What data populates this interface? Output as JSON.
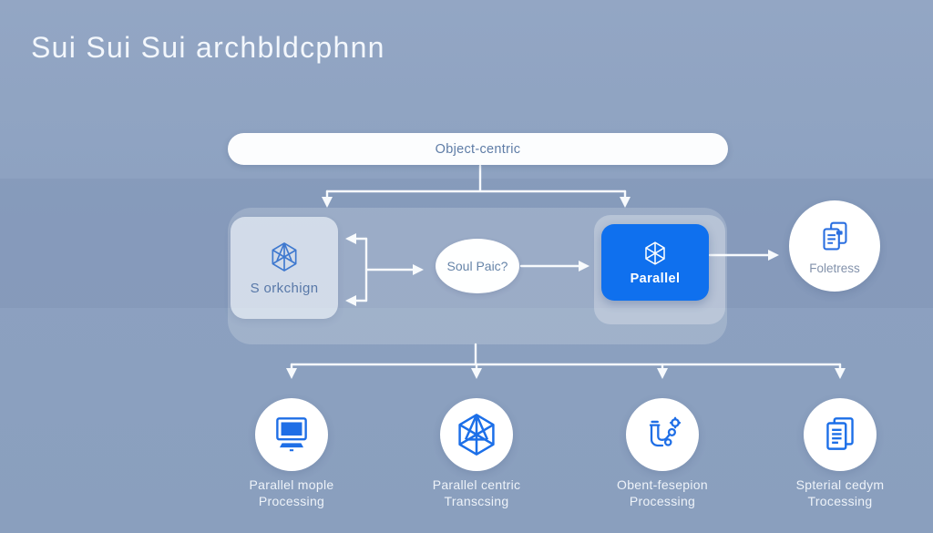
{
  "title": "Sui Sui Sui archbldcphnn",
  "flowchart": {
    "root_pill": {
      "label": "Object-centric"
    },
    "left_box": {
      "label": "S orkchign",
      "icon": "cube-wireframe-icon"
    },
    "decision_ellipse": {
      "label": "Soul Paic?"
    },
    "primary_box": {
      "label": "Parallel",
      "icon": "cube-wireframe-icon"
    },
    "output_circle": {
      "label": "Foletress",
      "icon": "documents-icon"
    }
  },
  "bottom_row": {
    "items": [
      {
        "icon": "monitor-icon",
        "label_line1": "Parallel mople",
        "label_line2": "Processing"
      },
      {
        "icon": "cube-wireframe-icon",
        "label_line1": "Parallel centric",
        "label_line2": "Transcsing"
      },
      {
        "icon": "pipeline-icon",
        "label_line1": "Obent-fesepion",
        "label_line2": "Processing"
      },
      {
        "icon": "pages-icon",
        "label_line1": "Spterial cedym",
        "label_line2": "Trocessing"
      }
    ]
  },
  "colors": {
    "background_top": "#93a6c4",
    "background_bottom": "#8a9fbe",
    "accent_blue": "#0f70ee",
    "icon_blue": "#1e6ee6",
    "node_text": "#5e7ca6",
    "title_text": "#f3f7fc",
    "arrow": "#f7fafd"
  }
}
